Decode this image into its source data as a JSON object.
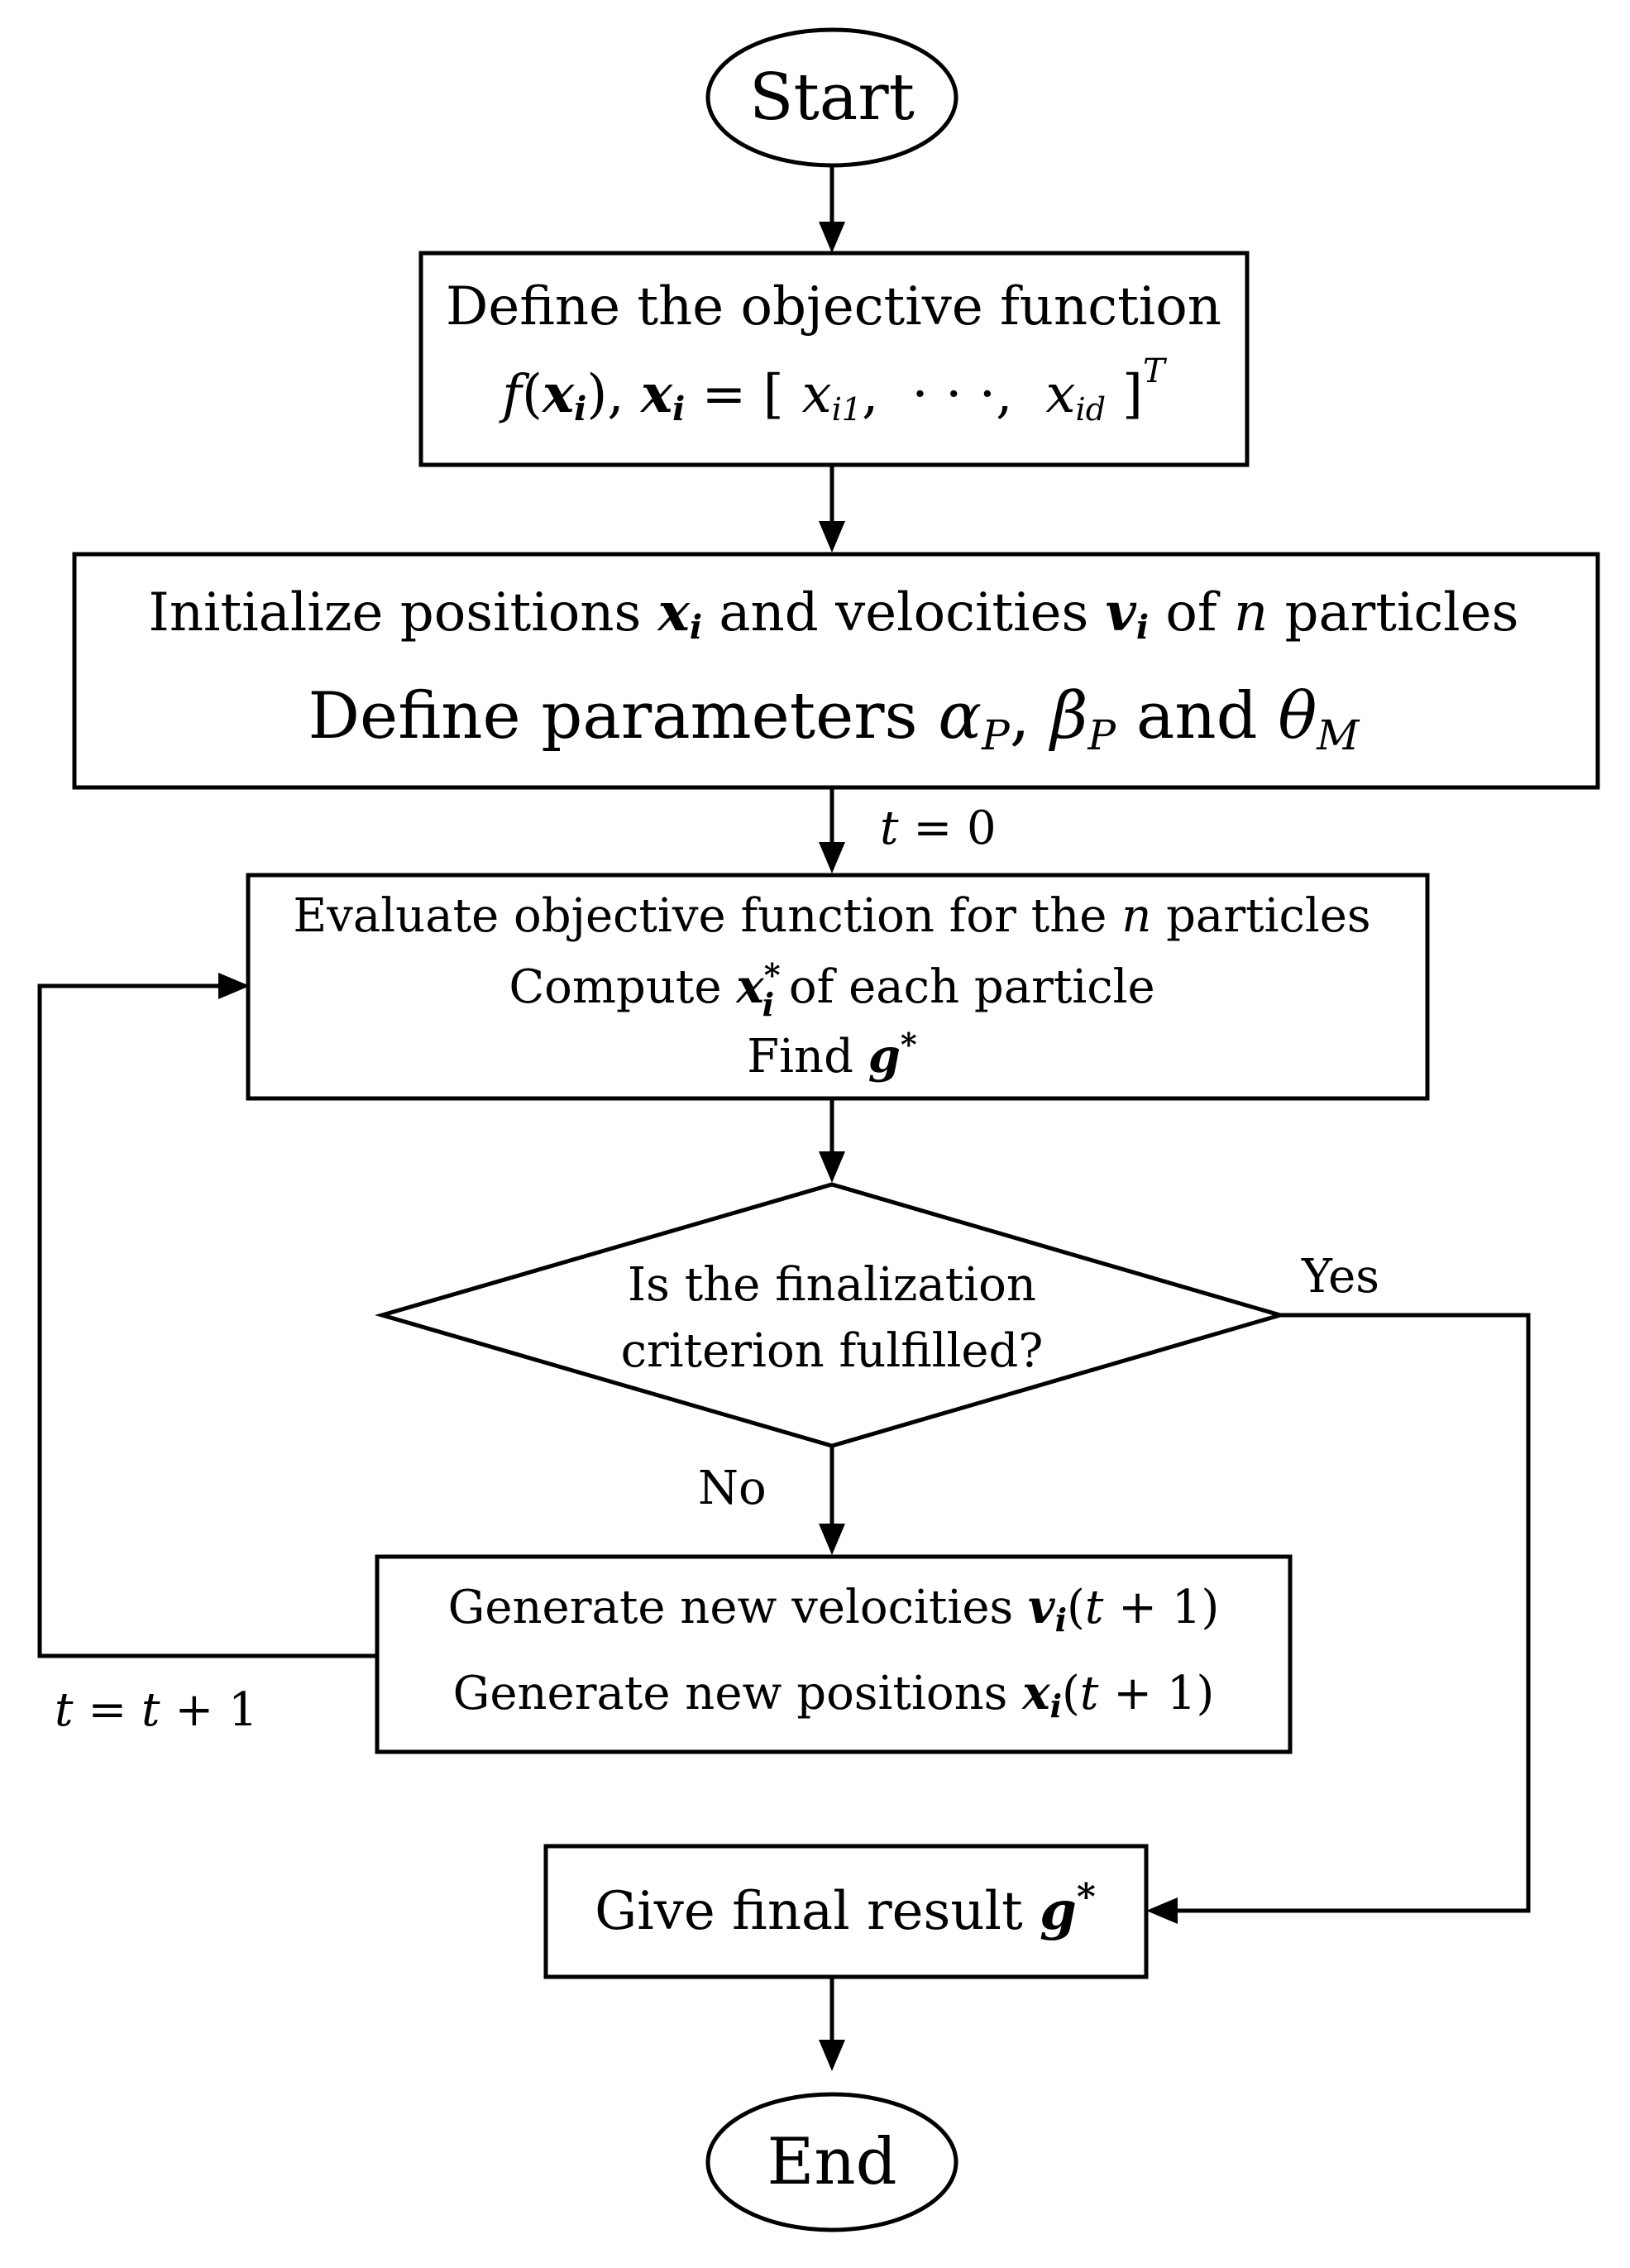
{
  "diagram": {
    "start": {
      "label": "Start"
    },
    "define_objective": {
      "line1": "Define the objective function",
      "formula": {
        "f": "f",
        "lp": "(",
        "x": "x",
        "i": "i",
        "rp": "),",
        "comma": " ",
        "eq": " = [",
        "xi1": "x",
        "sub_i1": "i1",
        "sep1": ",",
        "dots": "· · ·",
        "sep2": ",",
        "xid": "x",
        "sub_id": "id",
        "rb": "]",
        "T": "T"
      }
    },
    "initialize": {
      "line1": {
        "a": "Initialize positions ",
        "x": "x",
        "xi": "i",
        "b": " and velocities ",
        "v": "v",
        "vi": "i",
        "c": " of ",
        "n": "n",
        "d": " particles"
      },
      "line2": {
        "a": "Define parameters ",
        "alpha": "α",
        "alpha_sub": "P",
        "sep": ", ",
        "beta": "β",
        "beta_sub": "P",
        "b": " and ",
        "theta": "θ",
        "theta_sub": "M"
      }
    },
    "t_zero": {
      "t": "t",
      "rest": " = 0"
    },
    "evaluate": {
      "line1": {
        "a": "Evaluate objective function for the ",
        "n": "n",
        "b": " particles"
      },
      "line2": {
        "a": "Compute ",
        "x": "x",
        "sup": "*",
        "sub": "i",
        "b": " of each particle"
      },
      "line3": {
        "a": "Find ",
        "g": "g",
        "sup": "*"
      }
    },
    "decision": {
      "line1": "Is the finalization",
      "line2": "criterion fulfilled?"
    },
    "yes_label": "Yes",
    "no_label": "No",
    "generate": {
      "line1": {
        "a": "Generate new velocities ",
        "v": "v",
        "vi": "i",
        "lp": "(",
        "t": "t",
        "rest": " + 1)"
      },
      "line2": {
        "a": "Generate new positions ",
        "x": "x",
        "xi": "i",
        "lp": "(",
        "t": "t",
        "rest": " + 1)"
      }
    },
    "t_increment": {
      "t1": "t",
      "eq": " = ",
      "t2": "t",
      "rest": " + 1"
    },
    "final": {
      "a": "Give final result ",
      "g": "g",
      "sup": "*"
    },
    "end": {
      "label": "End"
    }
  }
}
